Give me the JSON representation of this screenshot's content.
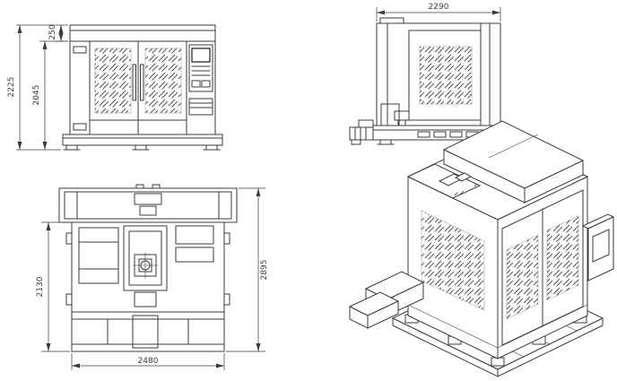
{
  "drawing": {
    "front_view": {
      "total_height": "2225",
      "body_height": "2045",
      "top_section": "250"
    },
    "side_view": {
      "width": "2290"
    },
    "plan_view": {
      "left_depth": "2130",
      "total_depth": "2895",
      "width": "2480"
    }
  },
  "colors": {
    "line": "#3b3b3b",
    "dim": "#3b3b3b",
    "background": "#ffffff"
  }
}
